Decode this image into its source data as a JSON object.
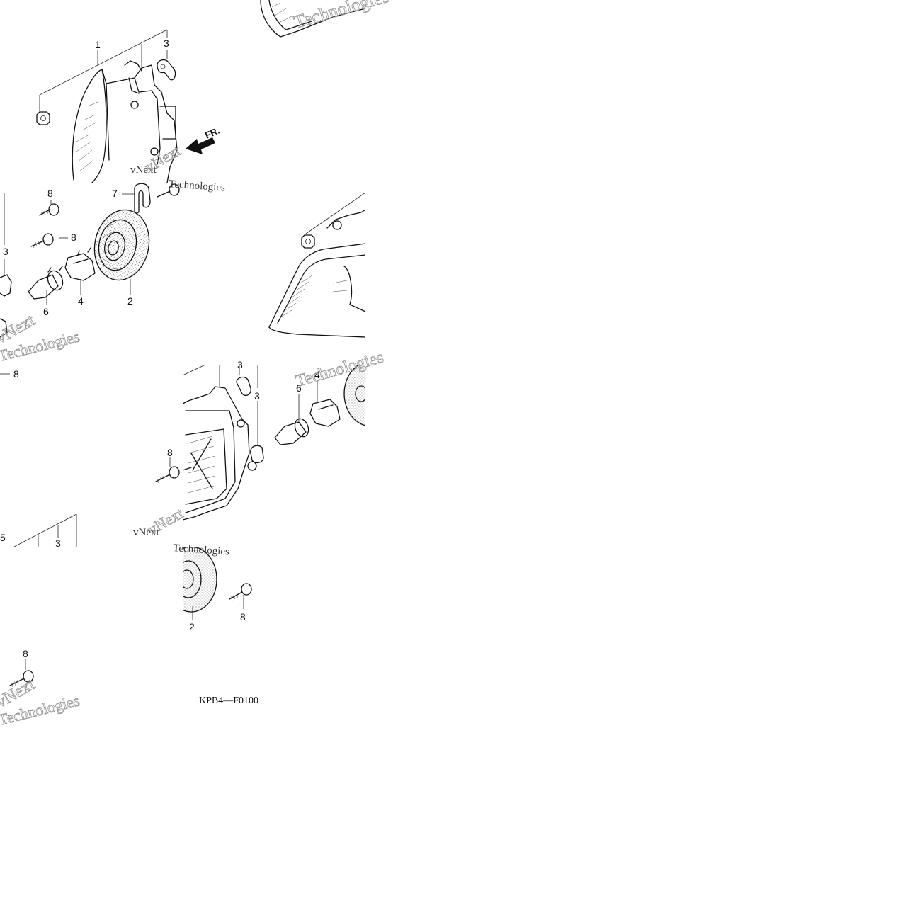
{
  "diagram": {
    "code": "KPB4—F0100",
    "direction_label": "FR.",
    "callouts": [
      "1",
      "2",
      "3",
      "4",
      "5",
      "6",
      "7",
      "8"
    ],
    "watermark": {
      "line1": "vNext",
      "line2": "Technologies"
    }
  }
}
